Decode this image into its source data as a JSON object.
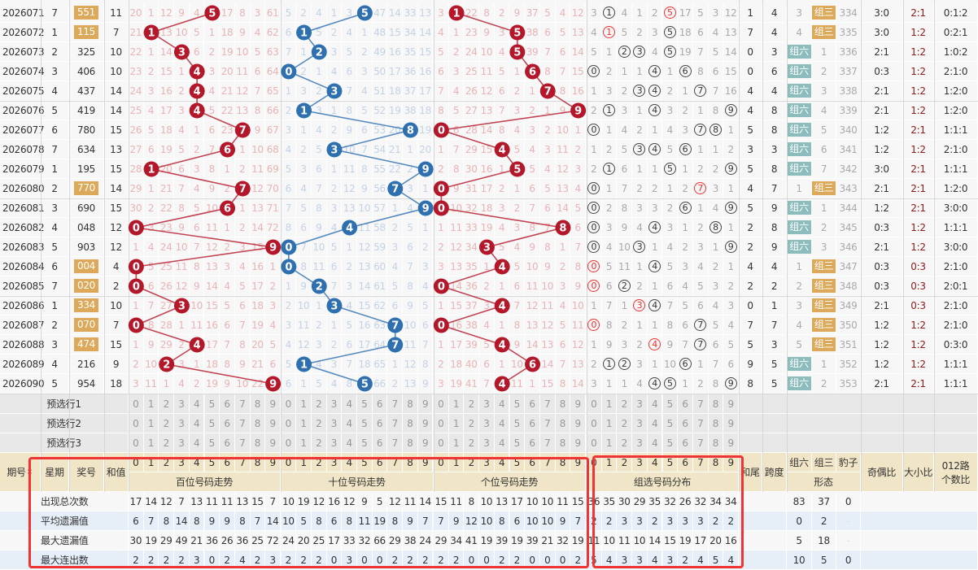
{
  "headers": {
    "period": "期号",
    "weekday": "星期",
    "number": "奖号",
    "sum": "和值",
    "hundreds": "百位号码走势",
    "tens": "十位号码走势",
    "units": "个位号码走势",
    "group": "组选号码分布",
    "sum_tail": "和尾",
    "span": "跨度",
    "group6": "组六",
    "group3": "组三",
    "baozi": "豹子",
    "form": "形态",
    "odd_even": "奇偶比",
    "big_small": "大小比",
    "road012_line1": "012路",
    "road012_line2": "个数比",
    "sort_icon": "sort-updown-icon"
  },
  "badges": {
    "group6": "组六",
    "group3": "组三"
  },
  "digits": [
    "0",
    "1",
    "2",
    "3",
    "4",
    "5",
    "6",
    "7",
    "8",
    "9"
  ],
  "colors": {
    "hundreds_ball": "#b5172a",
    "tens_ball": "#2e6fb0",
    "units_ball": "#b5172a",
    "group3": "#dca95a",
    "group6": "#8cbcbc",
    "highlight_box": "#f03434"
  },
  "omission_first_row": {
    "hundreds": [
      20,
      1,
      12,
      9,
      4,
      0,
      17,
      8,
      3,
      61
    ],
    "tens": [
      5,
      2,
      4,
      1,
      3,
      0,
      47,
      14,
      33,
      13
    ],
    "units": [
      3,
      0,
      22,
      8,
      2,
      9,
      37,
      5,
      4,
      12
    ],
    "group": [
      3,
      0,
      4,
      1,
      2,
      0,
      17,
      5,
      3,
      12
    ],
    "group6": 3,
    "group3": 0,
    "baozi": 334
  },
  "rows": [
    {
      "period": "2026071",
      "week": "7",
      "num": "551",
      "sum": "11",
      "tail": "1",
      "span": "4",
      "oe": "3:0",
      "bs": "2:1",
      "road": "0:1:2"
    },
    {
      "period": "2026072",
      "week": "1",
      "num": "115",
      "sum": "7",
      "tail": "7",
      "span": "4",
      "oe": "3:0",
      "bs": "1:2",
      "road": "0:2:1"
    },
    {
      "period": "2026073",
      "week": "2",
      "num": "325",
      "sum": "10",
      "tail": "0",
      "span": "3",
      "oe": "2:1",
      "bs": "1:2",
      "road": "1:0:2"
    },
    {
      "period": "2026074",
      "week": "3",
      "num": "406",
      "sum": "10",
      "tail": "0",
      "span": "6",
      "oe": "0:3",
      "bs": "1:2",
      "road": "2:1:0"
    },
    {
      "period": "2026075",
      "week": "4",
      "num": "437",
      "sum": "14",
      "tail": "4",
      "span": "4",
      "oe": "2:1",
      "bs": "1:2",
      "road": "1:2:0"
    },
    {
      "period": "2026076",
      "week": "5",
      "num": "419",
      "sum": "14",
      "tail": "4",
      "span": "8",
      "oe": "2:1",
      "bs": "1:2",
      "road": "1:2:0"
    },
    {
      "period": "2026077",
      "week": "6",
      "num": "780",
      "sum": "15",
      "tail": "5",
      "span": "8",
      "oe": "1:2",
      "bs": "2:1",
      "road": "1:1:1"
    },
    {
      "period": "2026078",
      "week": "7",
      "num": "634",
      "sum": "13",
      "tail": "3",
      "span": "3",
      "oe": "1:2",
      "bs": "1:2",
      "road": "2:1:0"
    },
    {
      "period": "2026079",
      "week": "1",
      "num": "195",
      "sum": "15",
      "tail": "5",
      "span": "8",
      "oe": "3:0",
      "bs": "2:1",
      "road": "1:1:1"
    },
    {
      "period": "2026080",
      "week": "2",
      "num": "770",
      "sum": "14",
      "tail": "4",
      "span": "7",
      "oe": "2:1",
      "bs": "2:1",
      "road": "1:2:0"
    },
    {
      "period": "2026081",
      "week": "3",
      "num": "690",
      "sum": "15",
      "tail": "5",
      "span": "9",
      "oe": "1:2",
      "bs": "2:1",
      "road": "3:0:0"
    },
    {
      "period": "2026082",
      "week": "4",
      "num": "048",
      "sum": "12",
      "tail": "2",
      "span": "8",
      "oe": "0:3",
      "bs": "1:2",
      "road": "1:1:1"
    },
    {
      "period": "2026083",
      "week": "5",
      "num": "903",
      "sum": "12",
      "tail": "2",
      "span": "9",
      "oe": "2:1",
      "bs": "1:2",
      "road": "3:0:0"
    },
    {
      "period": "2026084",
      "week": "6",
      "num": "004",
      "sum": "4",
      "tail": "4",
      "span": "4",
      "oe": "0:3",
      "bs": "0:3",
      "road": "2:1:0"
    },
    {
      "period": "2026085",
      "week": "7",
      "num": "020",
      "sum": "2",
      "tail": "2",
      "span": "2",
      "oe": "0:3",
      "bs": "0:3",
      "road": "2:0:1"
    },
    {
      "period": "2026086",
      "week": "1",
      "num": "334",
      "sum": "10",
      "tail": "0",
      "span": "1",
      "oe": "2:1",
      "bs": "0:3",
      "road": "2:1:0"
    },
    {
      "period": "2026087",
      "week": "2",
      "num": "070",
      "sum": "7",
      "tail": "7",
      "span": "7",
      "oe": "1:2",
      "bs": "1:2",
      "road": "2:1:0"
    },
    {
      "period": "2026088",
      "week": "3",
      "num": "474",
      "sum": "15",
      "tail": "5",
      "span": "3",
      "oe": "1:2",
      "bs": "1:2",
      "road": "0:3:0"
    },
    {
      "period": "2026089",
      "week": "4",
      "num": "216",
      "sum": "9",
      "tail": "9",
      "span": "5",
      "oe": "1:2",
      "bs": "1:2",
      "road": "1:1:1"
    },
    {
      "period": "2026090",
      "week": "5",
      "num": "954",
      "sum": "18",
      "tail": "8",
      "span": "5",
      "oe": "2:1",
      "bs": "2:1",
      "road": "1:1:1"
    }
  ],
  "preselect": [
    "预选行1",
    "预选行2",
    "预选行3"
  ],
  "stats": [
    {
      "label": "出现总次数",
      "hundreds": [
        17,
        14,
        12,
        7,
        13,
        11,
        11,
        13,
        15,
        7
      ],
      "tens": [
        10,
        19,
        12,
        16,
        12,
        9,
        5,
        12,
        11,
        14
      ],
      "units": [
        15,
        11,
        8,
        10,
        13,
        17,
        10,
        10,
        11,
        15
      ],
      "group": [
        36,
        35,
        30,
        29,
        35,
        32,
        26,
        32,
        34,
        34
      ],
      "form": [
        "83",
        "37",
        "0"
      ]
    },
    {
      "label": "平均遗漏值",
      "hundreds": [
        6,
        7,
        8,
        14,
        8,
        9,
        9,
        8,
        7,
        14
      ],
      "tens": [
        10,
        5,
        8,
        6,
        8,
        11,
        19,
        8,
        9,
        7
      ],
      "units": [
        7,
        9,
        12,
        10,
        8,
        6,
        10,
        10,
        9,
        7
      ],
      "group": [
        2,
        2,
        3,
        3,
        2,
        3,
        3,
        3,
        2,
        2
      ],
      "form": [
        "0",
        "2",
        "-"
      ]
    },
    {
      "label": "最大遗漏值",
      "hundreds": [
        30,
        19,
        29,
        49,
        21,
        36,
        26,
        36,
        25,
        72
      ],
      "tens": [
        24,
        20,
        25,
        17,
        33,
        32,
        66,
        29,
        38,
        24
      ],
      "units": [
        29,
        34,
        41,
        19,
        39,
        19,
        39,
        21,
        32,
        19
      ],
      "group": [
        11,
        10,
        11,
        10,
        14,
        15,
        19,
        17,
        20,
        16
      ],
      "form": [
        "5",
        "18",
        "-"
      ]
    },
    {
      "label": "最大连出数",
      "hundreds": [
        2,
        2,
        2,
        2,
        3,
        0,
        2,
        4,
        2,
        3
      ],
      "tens": [
        2,
        2,
        2,
        0,
        3,
        0,
        0,
        2,
        2,
        2
      ],
      "units": [
        2,
        2,
        0,
        0,
        2,
        2,
        0,
        0,
        0,
        2
      ],
      "group": [
        5,
        4,
        3,
        3,
        4,
        3,
        2,
        4,
        5,
        4
      ],
      "form": [
        "10",
        "5",
        "0"
      ]
    }
  ]
}
